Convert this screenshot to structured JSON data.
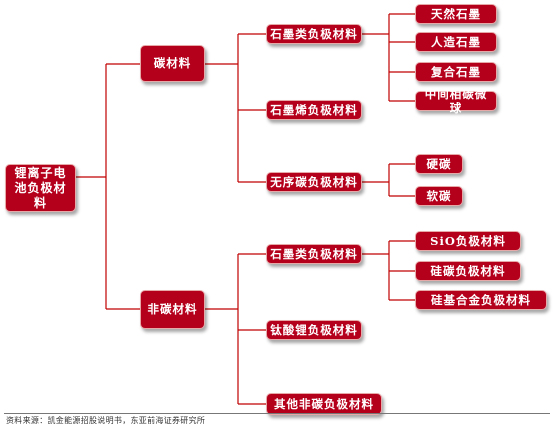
{
  "root": {
    "label": "锂离子电池负极材料"
  },
  "branches": {
    "carbon": {
      "label": "碳材料",
      "children": {
        "graphite": {
          "label": "石墨类负极材料",
          "children": [
            "天然石墨",
            "人造石墨",
            "复合石墨",
            "中间相碳微球"
          ]
        },
        "graphene": {
          "label": "石墨烯负极材料"
        },
        "amorphous": {
          "label": "无序碳负极材料",
          "children": [
            "硬碳",
            "软碳"
          ]
        }
      }
    },
    "noncarbon": {
      "label": "非碳材料",
      "children": {
        "silicon": {
          "label": "石墨类负极材料",
          "children": [
            "SiO负极材料",
            "硅碳负极材料",
            "硅基合金负极材料"
          ]
        },
        "lto": {
          "label": "钛酸锂负极材料"
        },
        "other": {
          "label": "其他非碳负极材料"
        }
      }
    }
  },
  "colors": {
    "node_fill": "#b5001c",
    "node_border": "#e7a8a8",
    "connector": "#c00000"
  },
  "footer": {
    "source": "资料来源：凯金能源招股说明书，东亚前海证券研究所"
  }
}
